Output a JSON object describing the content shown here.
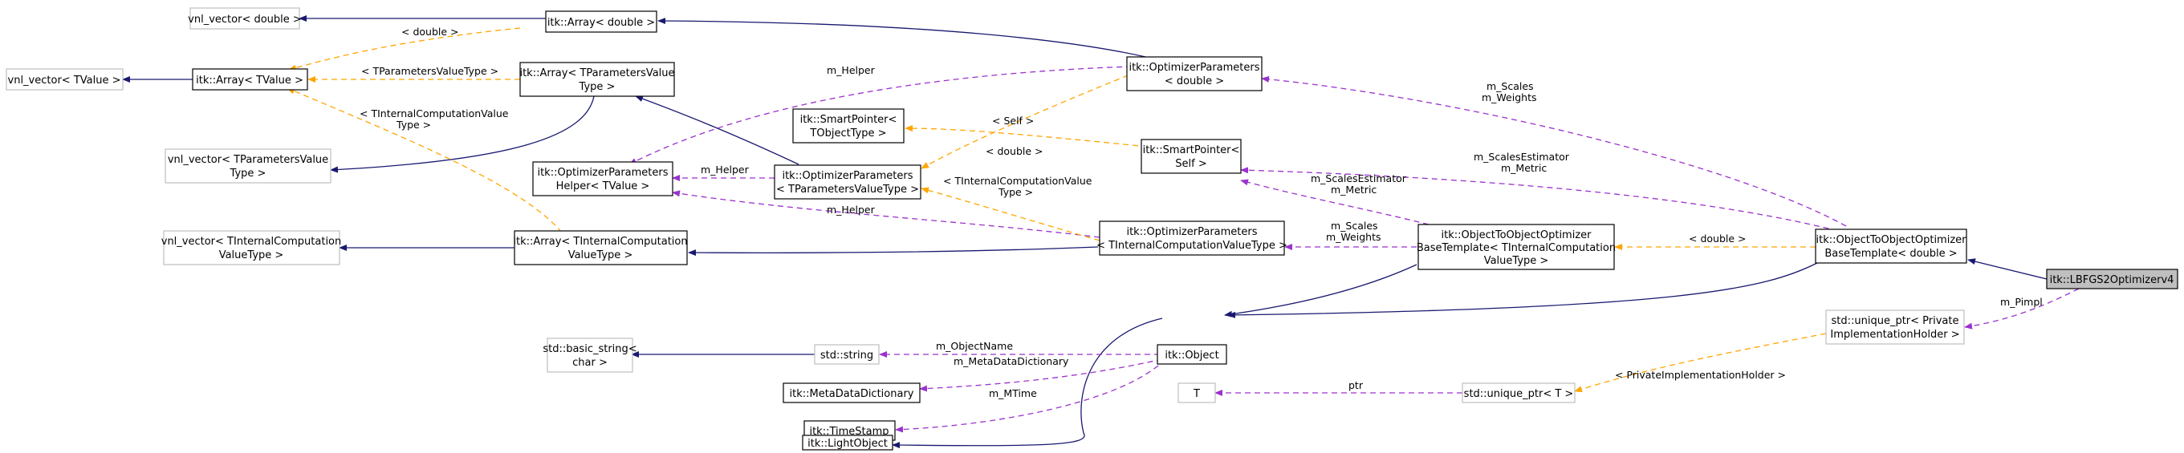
{
  "nodes": {
    "vnl_double": "vnl_vector< double >",
    "array_double": "itk::Array< double >",
    "vnl_tvalue": "vnl_vector< TValue >",
    "array_tvalue": "itk::Array< TValue >",
    "array_tparam_1": "itk::Array< TParametersValue",
    "array_tparam_2": "Type >",
    "vnl_tparam_1": "vnl_vector< TParametersValue",
    "vnl_tparam_2": "Type >",
    "optparam_double_1": "itk::OptimizerParameters",
    "optparam_double_2": "< double >",
    "smartptr_tobj_1": "itk::SmartPointer<",
    "smartptr_tobj_2": "TObjectType >",
    "smartptr_self_1": "itk::SmartPointer<",
    "smartptr_self_2": "Self >",
    "helper_1": "itk::OptimizerParameters",
    "helper_2": "Helper< TValue >",
    "optparam_tparam_1": "itk::OptimizerParameters",
    "optparam_tparam_2": "< TParametersValueType >",
    "vnl_tic_1": "vnl_vector< TInternalComputation",
    "vnl_tic_2": "ValueType >",
    "array_tic_1": "itk::Array< TInternalComputation",
    "array_tic_2": "ValueType >",
    "optparam_tic_1": "itk::OptimizerParameters",
    "optparam_tic_2": "< TInternalComputationValueType >",
    "o2o_base_tic_1": "itk::ObjectToObjectOptimizer",
    "o2o_base_tic_2": "BaseTemplate< TInternalComputation",
    "o2o_base_tic_3": "ValueType >",
    "o2o_base_double_1": "itk::ObjectToObjectOptimizer",
    "o2o_base_double_2": "BaseTemplate< double >",
    "lbfgs": "itk::LBFGS2Optimizerv4",
    "basic_string_1": "std::basic_string<",
    "basic_string_2": "char >",
    "std_string": "std::string",
    "itk_object": "itk::Object",
    "metadata": "itk::MetaDataDictionary",
    "timestamp": "itk::TimeStamp",
    "lightobject": "itk::LightObject",
    "t": "T",
    "unique_t": "std::unique_ptr< T >",
    "unique_pih_1": "std::unique_ptr< Private",
    "unique_pih_2": "ImplementationHolder >"
  },
  "edge_labels": {
    "double_1": "< double >",
    "tparam_value_type": "< TParametersValueType >",
    "m_helper_1": "m_Helper",
    "tic_value_1": "< TInternalComputationValue",
    "tic_value_2": "Type >",
    "self": "< Self >",
    "double_2": "< double >",
    "m_helper_2": "m_Helper",
    "tic_value_3": "< TInternalComputationValue",
    "tic_value_4": "Type >",
    "m_helper_3": "m_Helper",
    "m_scales_1": "m_Scales",
    "m_weights_1": "m_Weights",
    "m_scales_estimator_1": "m_ScalesEstimator",
    "m_metric_1": "m_Metric",
    "m_scales_estimator_2": "m_ScalesEstimator",
    "m_metric_2": "m_Metric",
    "m_scales_2": "m_Scales",
    "m_weights_2": "m_Weights",
    "double_3": "< double >",
    "m_pimpl": "m_Pimpl",
    "m_object_name": "m_ObjectName",
    "m_metadata_dictionary": "m_MetaDataDictionary",
    "m_mtime": "m_MTime",
    "ptr": "ptr",
    "private_impl_holder": "< PrivateImplementationHolder >"
  },
  "colors": {
    "inheritance": "#191970",
    "usage": "#9a32cd",
    "template": "#ffa500",
    "highlight": "#bfbfbf"
  }
}
